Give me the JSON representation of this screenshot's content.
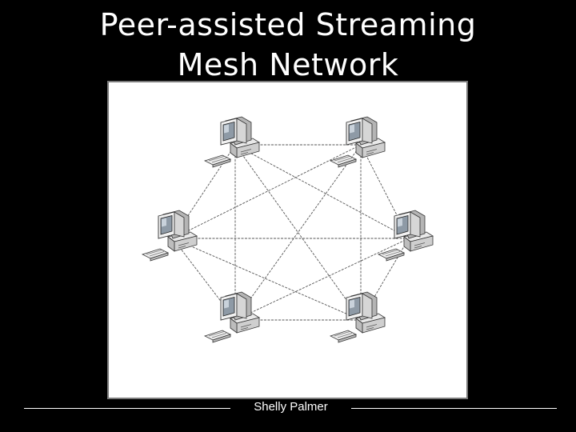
{
  "slide": {
    "title_line1": "Peer-assisted Streaming",
    "title_line2": "Mesh Network",
    "footer_credit": "Shelly Palmer"
  },
  "diagram": {
    "nodes": [
      {
        "name": "peer-computer-top-left",
        "icon": "desktop-computer-icon"
      },
      {
        "name": "peer-computer-top-right",
        "icon": "desktop-computer-icon"
      },
      {
        "name": "peer-computer-mid-left",
        "icon": "desktop-computer-icon"
      },
      {
        "name": "peer-computer-mid-right",
        "icon": "desktop-computer-icon"
      },
      {
        "name": "peer-computer-bottom-left",
        "icon": "desktop-computer-icon"
      },
      {
        "name": "peer-computer-bottom-right",
        "icon": "desktop-computer-icon"
      }
    ],
    "topology": "full-mesh"
  },
  "colors": {
    "background": "#000000",
    "text": "#ffffff",
    "diagram_background": "#ffffff",
    "connection_line": "#555555"
  }
}
